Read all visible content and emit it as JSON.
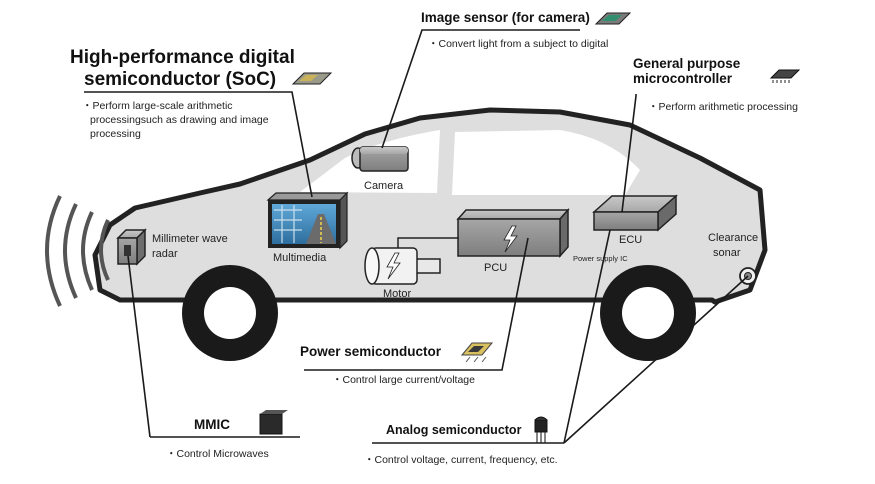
{
  "soc": {
    "title_line1": "High-performance digital",
    "title_line2": "semiconductor (SoC)",
    "desc_line1": "・Perform large-scale arithmetic",
    "desc_line2": "processingsuch as  drawing and image",
    "desc_line3": "processing"
  },
  "image_sensor": {
    "title": "Image sensor (for camera)",
    "desc": "・Convert light from a subject to digital"
  },
  "mcu": {
    "title_line1": "General purpose",
    "title_line2": "microcontroller",
    "desc": "・Perform arithmetic processing"
  },
  "power": {
    "title": "Power semiconductor",
    "desc": "・Control large current/voltage"
  },
  "mmic": {
    "title": "MMIC",
    "desc": "・Control Microwaves"
  },
  "analog": {
    "title": "Analog semiconductor",
    "desc": "・Control voltage, current, frequency, etc."
  },
  "parts": {
    "camera": "Camera",
    "radar_line1": "Millimeter wave",
    "radar_line2": "radar",
    "multimedia": "Multimedia",
    "motor": "Motor",
    "pcu": "PCU",
    "ecu": "ECU",
    "power_supply_ic": "Power supply IC",
    "sonar_line1": "Clearance",
    "sonar_line2": "sonar"
  },
  "colors": {
    "car_body": "#dedede",
    "car_outline": "#222222",
    "wheel": "#1a1a1a",
    "component": "#9c9c9c",
    "leader_line": "#1a1a1a"
  }
}
